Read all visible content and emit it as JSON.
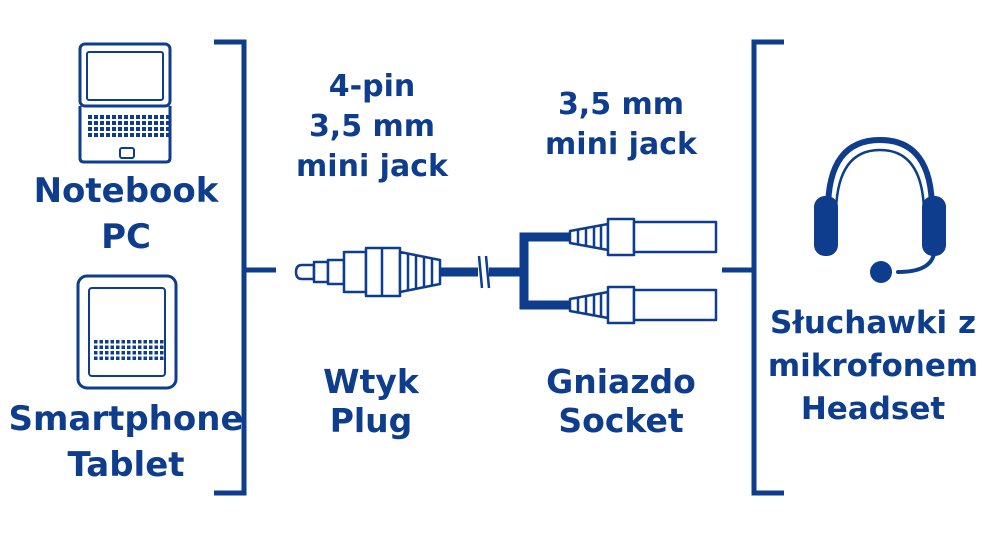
{
  "colors": {
    "primary": "#0d3d8c",
    "background": "#ffffff"
  },
  "devices": {
    "notebook_label_line1": "Notebook",
    "notebook_label_line2": "PC",
    "tablet_label_line1": "Smartphone",
    "tablet_label_line2": "Tablet",
    "notebook_icon": "laptop-icon",
    "tablet_icon": "tablet-icon"
  },
  "plug": {
    "spec_line1": "4-pin",
    "spec_line2": "3,5 mm",
    "spec_line3": "mini jack",
    "name_pl": "Wtyk",
    "name_en": "Plug"
  },
  "socket": {
    "spec_line1": "3,5 mm",
    "spec_line2": "mini jack",
    "name_pl": "Gniazdo",
    "name_en": "Socket"
  },
  "headset": {
    "label_line1": "Słuchawki z",
    "label_line2": "mikrofonem",
    "label_line3": "Headset",
    "icon": "headset-icon"
  }
}
